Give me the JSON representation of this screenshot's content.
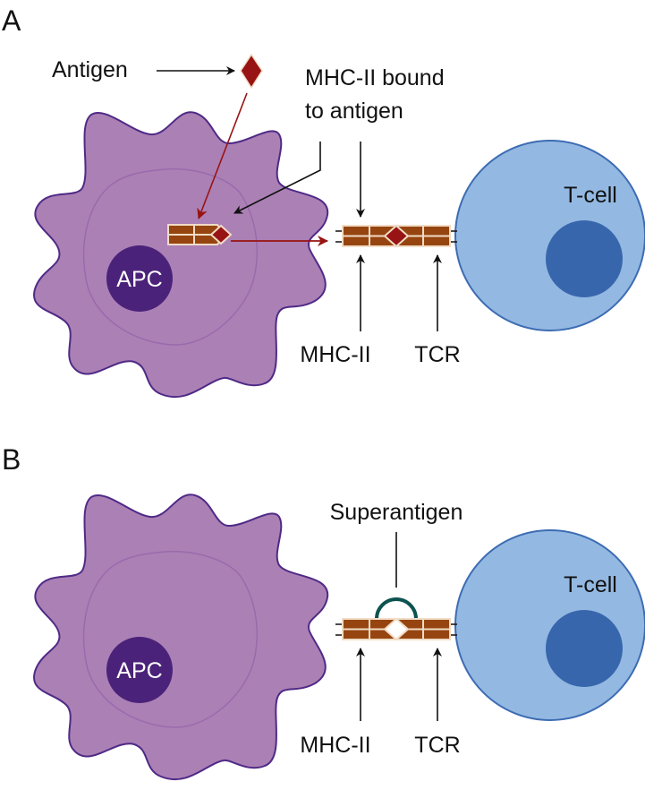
{
  "colors": {
    "apc_fill": "#ab80b5",
    "apc_stroke": "#4f2a86",
    "apc_inner_stroke": "#9a6aac",
    "apc_nucleus": "#4b2279",
    "tcell_fill": "#93b9e2",
    "tcell_stroke": "#3d6cb3",
    "tcell_nucleus": "#3866ad",
    "mhc_fill": "#964510",
    "mhc_stroke": "#f1dcc6",
    "antigen": "#981313",
    "superantigen": "#0d5350",
    "arrow_black": "#111111",
    "arrow_red": "#981313"
  },
  "panel_a": {
    "label": "A",
    "antigen_label": "Antigen",
    "mhc_bound_label_line1": "MHC-II bound",
    "mhc_bound_label_line2": "to antigen",
    "apc_label": "APC",
    "tcell_label": "T-cell",
    "mhc_label": "MHC-II",
    "tcr_label": "TCR"
  },
  "panel_b": {
    "label": "B",
    "superantigen_label": "Superantigen",
    "apc_label": "APC",
    "tcell_label": "T-cell",
    "mhc_label": "MHC-II",
    "tcr_label": "TCR"
  }
}
